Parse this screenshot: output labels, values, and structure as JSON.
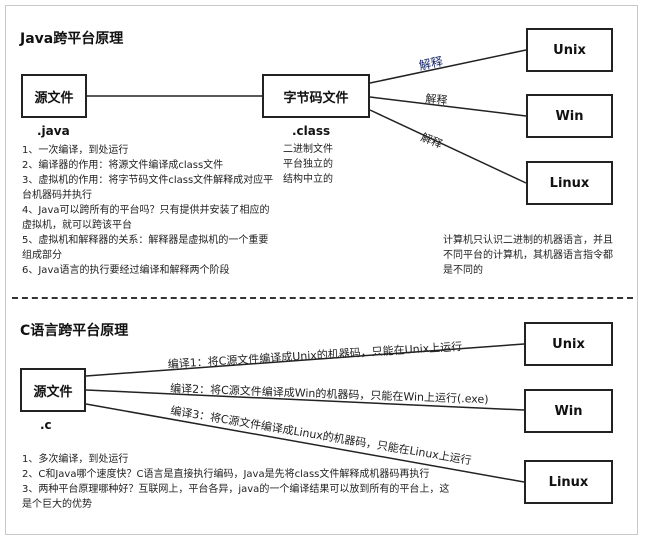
{
  "java": {
    "title": "Java跨平台原理",
    "source_box": "源文件",
    "source_ext": ".java",
    "bytecode_box": "字节码文件",
    "bytecode_ext": ".class",
    "bytecode_desc": [
      "二进制文件",
      "平台独立的",
      "结构中立的"
    ],
    "targets": [
      "Unix",
      "Win",
      "Linux"
    ],
    "edge_label": "解释",
    "notes": [
      "1、一次编译，到处运行",
      "2、编译器的作用：将源文件编译成class文件",
      "3、虚拟机的作用：将字节码文件class文件解释成对应平",
      "台机器码并执行",
      "4、Java可以跨所有的平台吗？只有提供并安装了相应的",
      "虚拟机，就可以跨该平台",
      "5、虚拟机和解释器的关系：解释器是虚拟机的一个重要",
      "组成部分",
      "6、Java语言的执行要经过编译和解释两个阶段"
    ],
    "side_note": [
      "计算机只认识二进制的机器语言，并且",
      "不同平台的计算机，其机器语言指令都",
      "是不同的"
    ]
  },
  "c": {
    "title": "C语言跨平台原理",
    "source_box": "源文件",
    "source_ext": ".c",
    "targets": [
      "Unix",
      "Win",
      "Linux"
    ],
    "edge_labels": [
      "编译1：将C源文件编译成Unix的机器码，只能在Unix上运行",
      "编译2：将C源文件编译成Win的机器码，只能在Win上运行(.exe)",
      "编译3：将C源文件编译成Linux的机器码，只能在Linux上运行"
    ],
    "notes": [
      "1、多次编译，到处运行",
      "2、C和Java哪个速度快？C语言是直接执行编码，Java是先将class文件解释成机器码再执行",
      "3、两种平台原理哪种好？互联网上，平台各异，java的一个编译结果可以放到所有的平台上，这",
      "是个巨大的优势"
    ]
  }
}
